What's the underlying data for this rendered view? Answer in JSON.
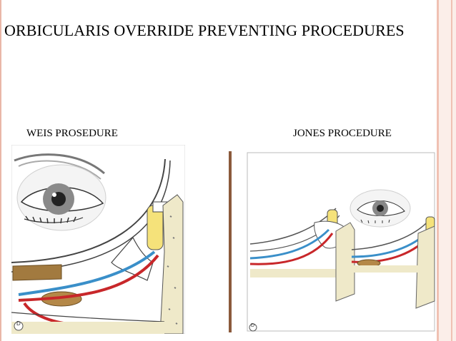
{
  "slide": {
    "title": "ORBICULARIS OVERRIDE PREVENTING PROCEDURES"
  },
  "left_figure": {
    "caption": "WEIS PROSEDURE",
    "panel_letter": "D"
  },
  "right_figure": {
    "caption": "JONES PROCEDURE",
    "panel_letter": "D"
  },
  "colors": {
    "frame_accent": "#f0c1b3",
    "artery_red": "#c8272a",
    "vein_blue": "#3a8fc9",
    "tarsus_yellow": "#f5e27a",
    "fat_brown": "#a27a3f"
  }
}
